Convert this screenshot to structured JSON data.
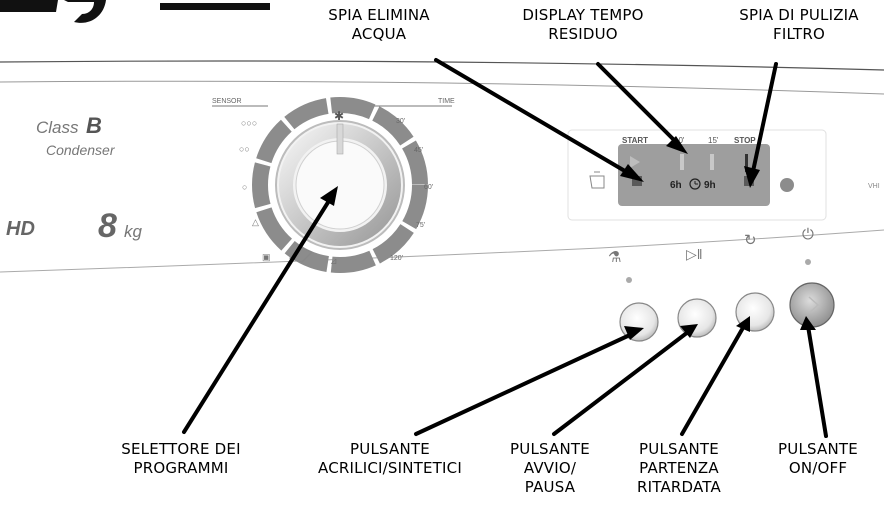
{
  "appliance": {
    "energy_class_prefix": "Class",
    "energy_class_letter": "B",
    "dryer_type": "Condenser",
    "model_suffix": "HD",
    "capacity_number": "8",
    "capacity_unit": "kg",
    "side_text": "VHI"
  },
  "dial": {
    "sensor_label": "SENSOR",
    "time_label": "TIME",
    "time_marks": [
      "30'",
      "45'",
      "60'",
      "75'",
      "120'"
    ]
  },
  "display": {
    "start_label": "START",
    "mark_10": "10'",
    "mark_15": "15'",
    "stop_label": "STOP",
    "time_left": "6h",
    "time_right": "9h"
  },
  "callouts": {
    "water_light": [
      "SPIA ELIMINA",
      "ACQUA"
    ],
    "time_display": [
      "DISPLAY TEMPO",
      "RESIDUO"
    ],
    "filter_light": [
      "SPIA DI PULIZIA",
      "FILTRO"
    ],
    "program_selector": [
      "SELETTORE DEI",
      "PROGRAMMI"
    ],
    "synthetics_button": [
      "PULSANTE",
      "ACRILICI/SINTETICI"
    ],
    "start_pause_button": [
      "PULSANTE",
      "AVVIO/",
      "PAUSA"
    ],
    "delay_button": [
      "PULSANTE",
      "PARTENZA",
      "RITARDATA"
    ],
    "onoff_button": [
      "PULSANTE",
      "ON/OFF"
    ]
  }
}
